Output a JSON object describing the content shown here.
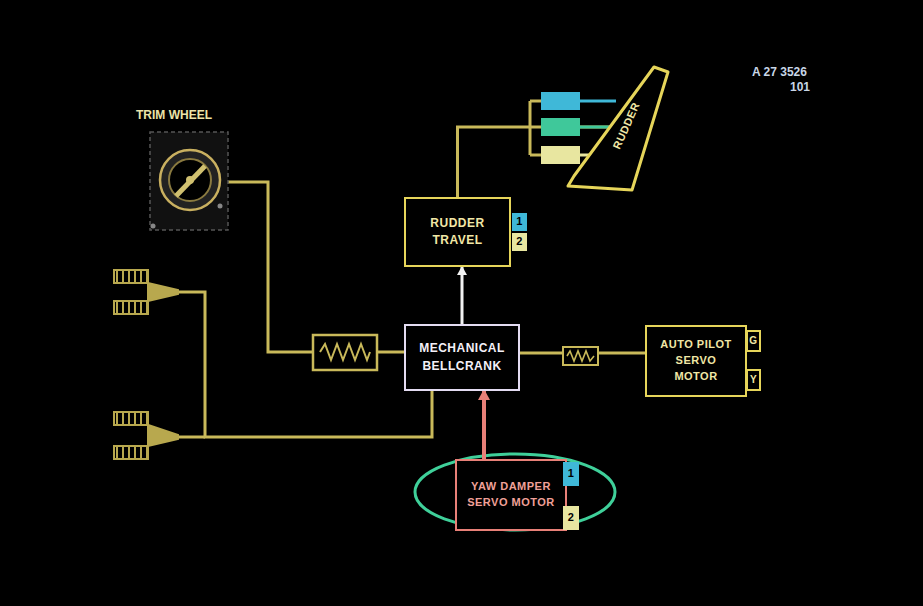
{
  "diagram": {
    "nodes": [
      {
        "text": [
          "RUDDER"
        ]
      },
      {
        "text": [
          "RUDDER TRAVEL"
        ]
      },
      {
        "text": [
          "1"
        ]
      },
      {
        "text": [
          "2"
        ]
      },
      {
        "text": [
          "MECHANICAL BELLCRANK"
        ]
      },
      {
        "text": [
          "AUTO PILOT SERVO MOTOR"
        ]
      },
      {
        "text": [
          "G"
        ]
      },
      {
        "text": [
          "Y"
        ]
      },
      {
        "text": [
          "YAW DAMPER SERVO MOTOR"
        ]
      },
      {
        "text": [
          "1"
        ]
      },
      {
        "text": [
          "2"
        ]
      }
    ],
    "edges": [
      {
        "from": 1,
        "to": 0,
        "arrow": "none"
      },
      {
        "from": 4,
        "to": 1,
        "arrow": "to"
      },
      {
        "from": 8,
        "to": 4,
        "arrow": "to"
      },
      {
        "from": 4,
        "to": 5,
        "arrow": "none"
      }
    ],
    "labels": [
      "TRIM WHEEL",
      "A 27 3526",
      "101"
    ]
  }
}
